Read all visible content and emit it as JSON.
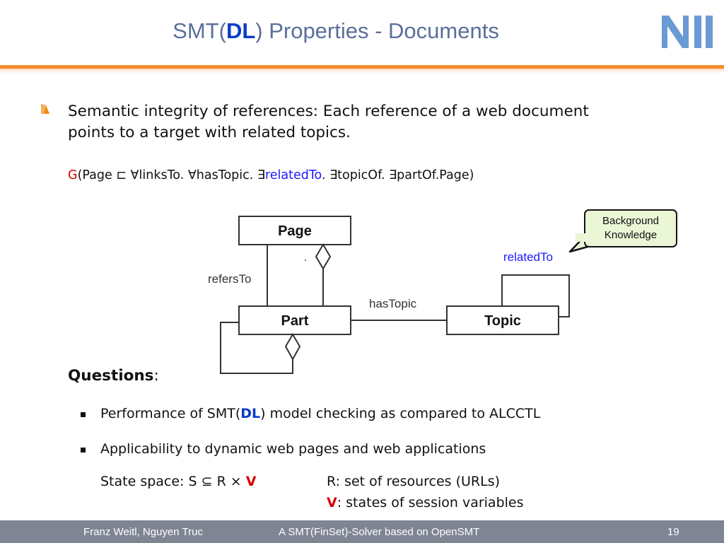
{
  "header": {
    "title_prefix": "SMT(",
    "title_dl": "DL",
    "title_suffix": ") Properties - Documents",
    "logo_text": "NII"
  },
  "main": {
    "paragraph": "Semantic integrity of references: Each reference of a web document points to a target with related topics.",
    "formula": {
      "g": "G",
      "p1": "(Page ⊏ ∀linksTo. ∀hasTopic. ∃",
      "related": "relatedTo",
      "p2": ". ∃topicOf. ∃partOf.Page)"
    },
    "diagram": {
      "page": "Page",
      "part": "Part",
      "topic": "Topic",
      "refers_to": "refersTo",
      "has_topic": "hasTopic",
      "related_to": "relatedTo"
    },
    "callout": {
      "line1": "Background",
      "line2": "Knowledge"
    },
    "questions": {
      "head": "Questions",
      "colon": ":",
      "item1_prefix": "Performance of SMT(",
      "item1_dl": "DL",
      "item1_suffix": ") model checking as compared to ALCCTL",
      "item2": "Applicability to dynamic web pages and web applications",
      "state_space": "State space: S ⊆ R × ",
      "state_v": "V",
      "r_desc": "R: set of resources (URLs)",
      "v_label": "V",
      "v_desc": ": states of session variables"
    }
  },
  "footer": {
    "authors": "Franz Weitl, Nguyen Truc",
    "talk": "A SMT(FinSet)-Solver based on OpenSMT",
    "page": "19"
  },
  "colors": {
    "title": "#5a6f9a",
    "accent_orange": "#f07f1a",
    "dl_blue": "#0a3cc8",
    "highlight_red": "#d40000",
    "footer_bg": "#7f8593",
    "callout_bg": "#eaf6d6"
  }
}
